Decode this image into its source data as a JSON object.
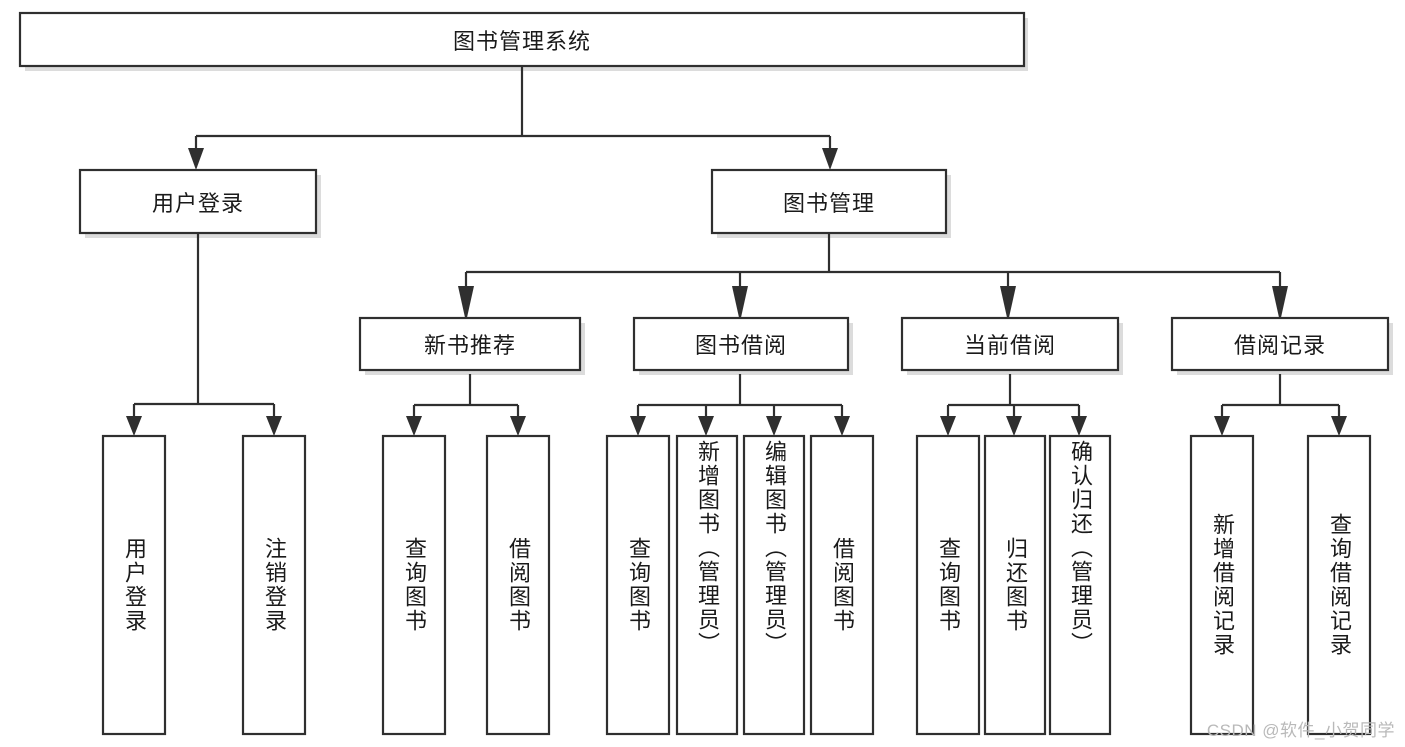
{
  "diagram": {
    "type": "tree",
    "title": "图书管理系统",
    "root": {
      "label": "图书管理系统"
    },
    "level2": [
      {
        "label": "用户登录"
      },
      {
        "label": "图书管理"
      }
    ],
    "level3": [
      {
        "label": "新书推荐"
      },
      {
        "label": "图书借阅"
      },
      {
        "label": "当前借阅"
      },
      {
        "label": "借阅记录"
      }
    ],
    "leaves": {
      "user_login": [
        {
          "label": "用户登录"
        },
        {
          "label": "注销登录"
        }
      ],
      "new_book_recommend": [
        {
          "label": "查询图书"
        },
        {
          "label": "借阅图书"
        }
      ],
      "book_borrow": [
        {
          "label": "查询图书"
        },
        {
          "label": "新增图书（管理员）"
        },
        {
          "label": "编辑图书（管理员）"
        },
        {
          "label": "借阅图书"
        }
      ],
      "current_borrow": [
        {
          "label": "查询图书"
        },
        {
          "label": "归还图书"
        },
        {
          "label": "确认归还（管理员）"
        }
      ],
      "borrow_record": [
        {
          "label": "新增借阅记录"
        },
        {
          "label": "查询借阅记录"
        }
      ]
    },
    "colors": {
      "box_stroke": "#2f2f2f",
      "box_fill": "#ffffff",
      "text": "#1a1a1a",
      "shadow": "#bfbfbf",
      "watermark": "#b9b9b9"
    }
  },
  "watermark": {
    "text": "CSDN @软件_小贺同学"
  }
}
